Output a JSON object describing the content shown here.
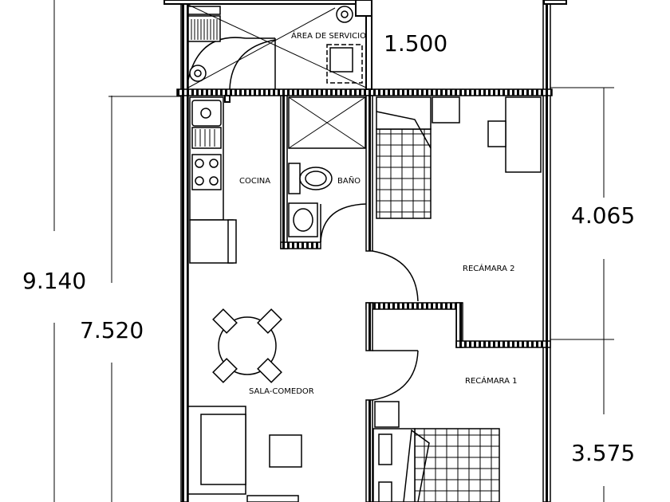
{
  "dimensions": {
    "d1500": "1.500",
    "d9140": "9.140",
    "d7520": "7.520",
    "d4065": "4.065",
    "d3575": "3.575"
  },
  "rooms": {
    "service": "ÁREA DE SERVICIO",
    "kitchen": "COCINA",
    "bath": "BAÑO",
    "bed2": "RECÁMARA 2",
    "bed1": "RECÁMARA 1",
    "living": "SALA-COMEDOR"
  }
}
